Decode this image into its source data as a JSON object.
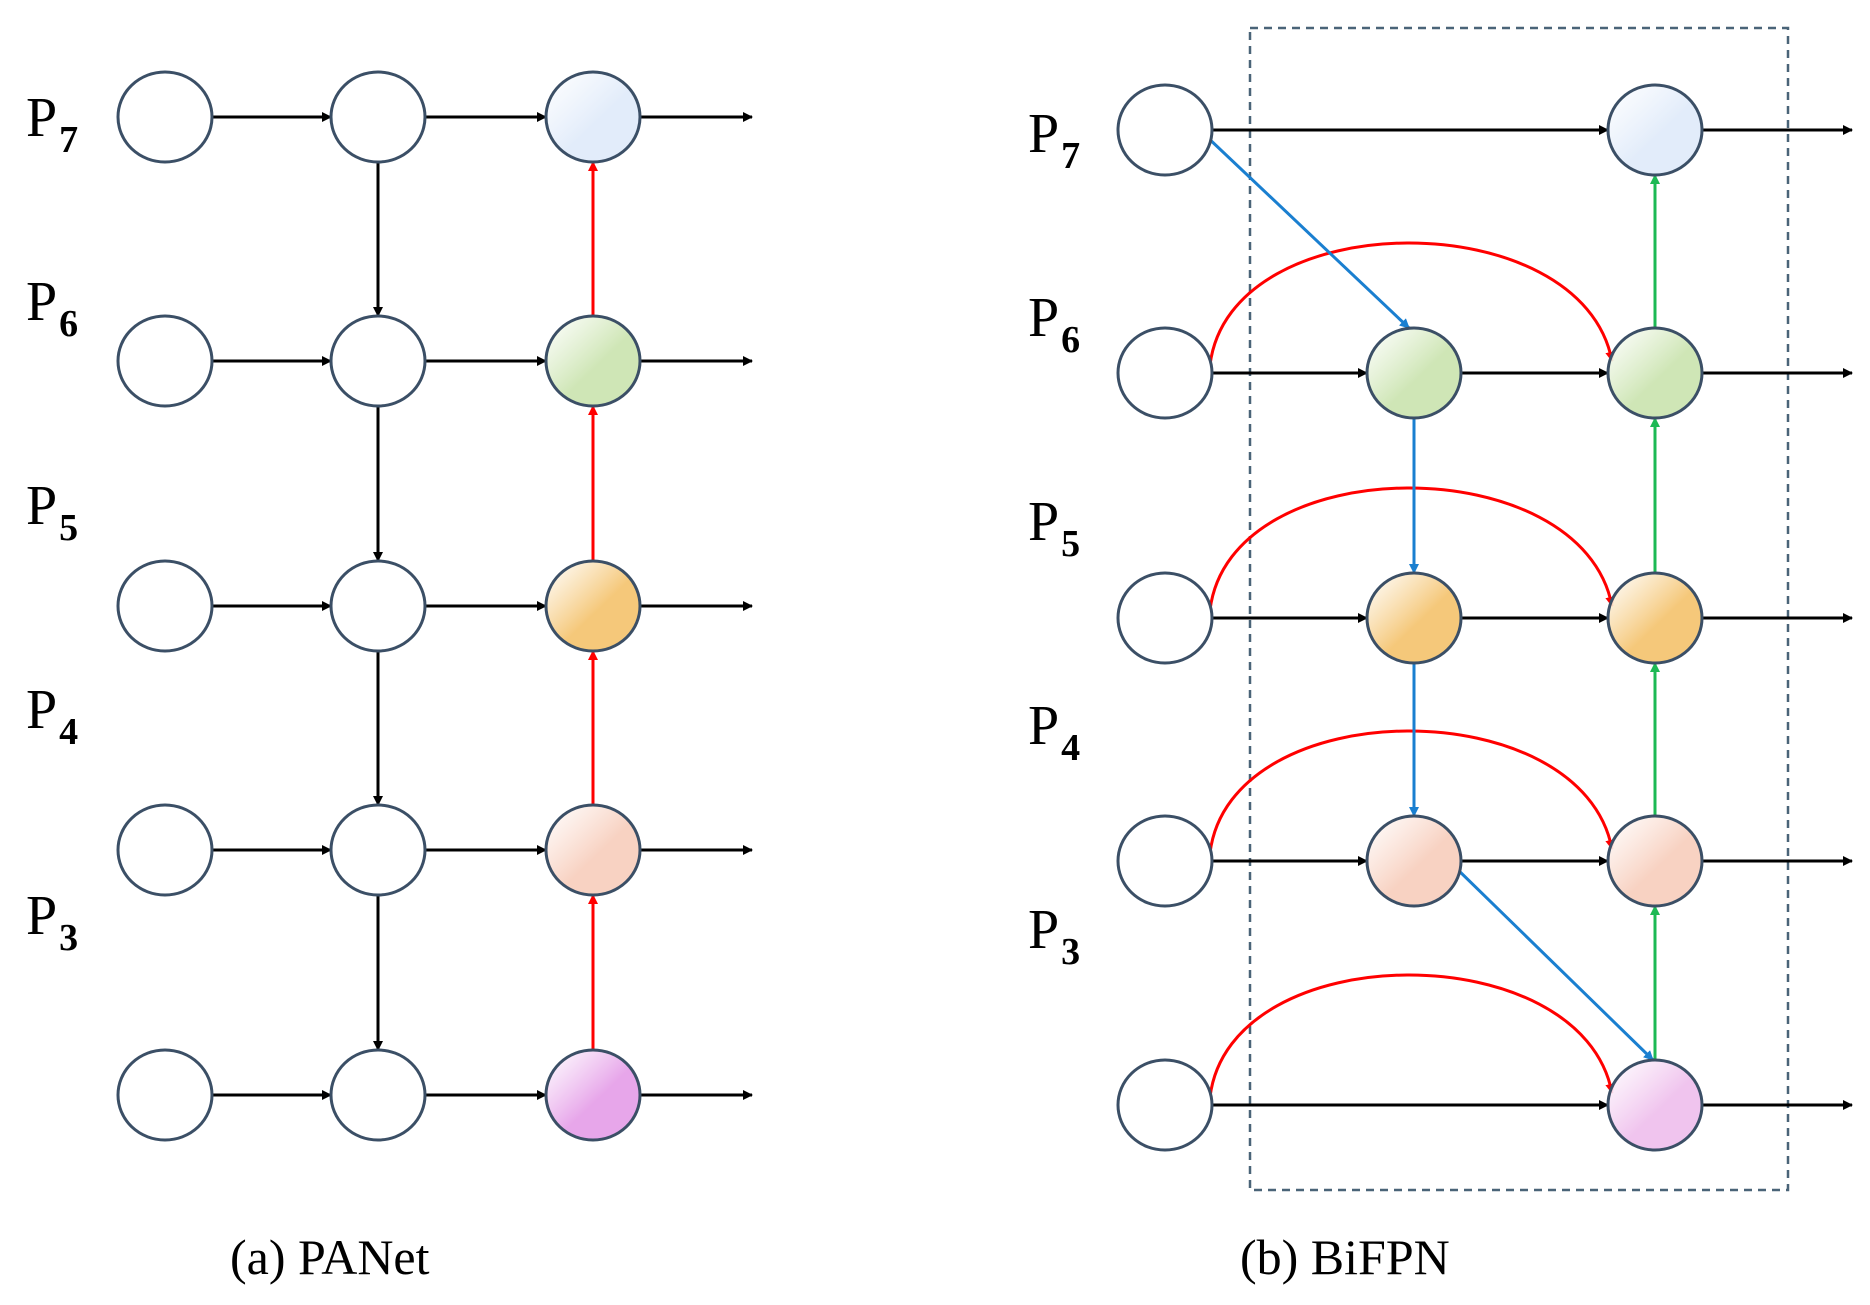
{
  "panels": [
    {
      "id": "panet",
      "caption": "(a) PANet",
      "levels": [
        {
          "base": "P",
          "sub": "7",
          "color": "#e2ecfa"
        },
        {
          "base": "P",
          "sub": "6",
          "color": "#cfe6b6"
        },
        {
          "base": "P",
          "sub": "5",
          "color": "#f5c87a"
        },
        {
          "base": "P",
          "sub": "4",
          "color": "#f8d2c2"
        },
        {
          "base": "P",
          "sub": "3",
          "color": "#e7a6ea"
        }
      ]
    },
    {
      "id": "bifpn",
      "caption": "(b) BiFPN",
      "levels": [
        {
          "base": "P",
          "sub": "7",
          "color": "#e2ecfa"
        },
        {
          "base": "P",
          "sub": "6",
          "color": "#cfe6b6"
        },
        {
          "base": "P",
          "sub": "5",
          "color": "#f5c87a"
        },
        {
          "base": "P",
          "sub": "4",
          "color": "#f8d2c2"
        },
        {
          "base": "P",
          "sub": "3",
          "color": "#f0c4ee"
        }
      ]
    }
  ],
  "colors": {
    "node_stroke": "#3b4f66",
    "arrow_black": "#000000",
    "arrow_red": "#ff0000",
    "arrow_blue": "#1a7fd0",
    "arrow_green": "#1db954",
    "box_dashed": "#4a6478"
  }
}
